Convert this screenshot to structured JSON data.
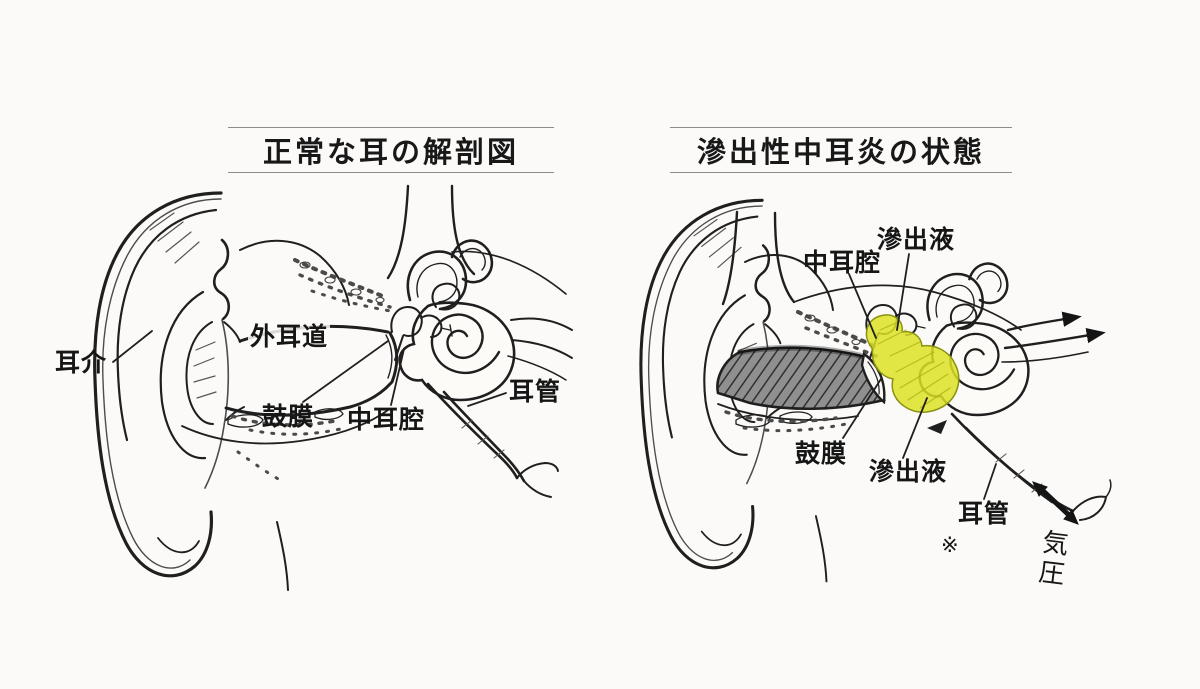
{
  "page": {
    "background": "#fbfaf8",
    "ink": "#1f1f1f"
  },
  "left_panel": {
    "title": "正常な耳の解剖図",
    "labels": {
      "auricle": "耳介",
      "ear_canal": "外耳道",
      "eardrum": "鼓膜",
      "middle_ear_cavity": "中耳腔",
      "eustachian_tube": "耳管"
    }
  },
  "right_panel": {
    "title": "滲出性中耳炎の状態",
    "labels": {
      "middle_ear_cavity": "中耳腔",
      "effusion_top": "滲出液",
      "eardrum": "鼓膜",
      "effusion_bottom": "滲出液",
      "eustachian_tube": "耳管",
      "note_mark": "※",
      "air_pressure": "気圧"
    }
  },
  "colors": {
    "effusion_fill": "#dce226",
    "effusion_stroke": "#8a9212",
    "canal_shade": "#8f8f8f"
  }
}
